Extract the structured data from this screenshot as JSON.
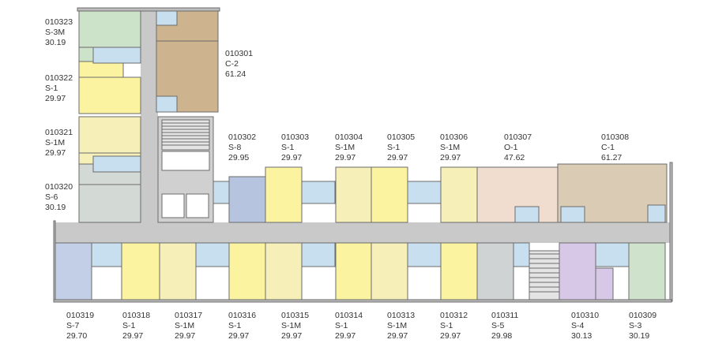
{
  "colors": {
    "S-1": "#fbf3a0",
    "S-1M": "#f7efb8",
    "S-3": "#cfe3cc",
    "S-3M": "#cde3c9",
    "S-4": "#d7c8e8",
    "S-5": "#cfd3d3",
    "S-6": "#d3dad6",
    "S-7": "#c3cfe6",
    "S-8": "#b6c4e0",
    "O-1": "#f1ddd0",
    "C-1": "#d9cbb4",
    "C-2": "#cdb48f",
    "corridor": "#c9c9c9",
    "bath": "#c8dff0",
    "wall": "#6b6b6b"
  },
  "units": [
    {
      "id": "010301",
      "type": "C-2",
      "area": "61.24"
    },
    {
      "id": "010302",
      "type": "S-8",
      "area": "29.95"
    },
    {
      "id": "010303",
      "type": "S-1",
      "area": "29.97"
    },
    {
      "id": "010304",
      "type": "S-1M",
      "area": "29.97"
    },
    {
      "id": "010305",
      "type": "S-1",
      "area": "29.97"
    },
    {
      "id": "010306",
      "type": "S-1M",
      "area": "29.97"
    },
    {
      "id": "010307",
      "type": "O-1",
      "area": "47.62"
    },
    {
      "id": "010308",
      "type": "C-1",
      "area": "61.27"
    },
    {
      "id": "010309",
      "type": "S-3",
      "area": "30.19"
    },
    {
      "id": "010310",
      "type": "S-4",
      "area": "30.13"
    },
    {
      "id": "010311",
      "type": "S-5",
      "area": "29.98"
    },
    {
      "id": "010312",
      "type": "S-1",
      "area": "29.97"
    },
    {
      "id": "010313",
      "type": "S-1M",
      "area": "29.97"
    },
    {
      "id": "010314",
      "type": "S-1",
      "area": "29.97"
    },
    {
      "id": "010315",
      "type": "S-1M",
      "area": "29.97"
    },
    {
      "id": "010316",
      "type": "S-1",
      "area": "29.97"
    },
    {
      "id": "010317",
      "type": "S-1M",
      "area": "29.97"
    },
    {
      "id": "010318",
      "type": "S-1",
      "area": "29.97"
    },
    {
      "id": "010319",
      "type": "S-7",
      "area": "29.70"
    },
    {
      "id": "010320",
      "type": "S-6",
      "area": "30.19"
    },
    {
      "id": "010321",
      "type": "S-1M",
      "area": "29.97"
    },
    {
      "id": "010322",
      "type": "S-1",
      "area": "29.97"
    },
    {
      "id": "010323",
      "type": "S-3M",
      "area": "30.19"
    }
  ]
}
